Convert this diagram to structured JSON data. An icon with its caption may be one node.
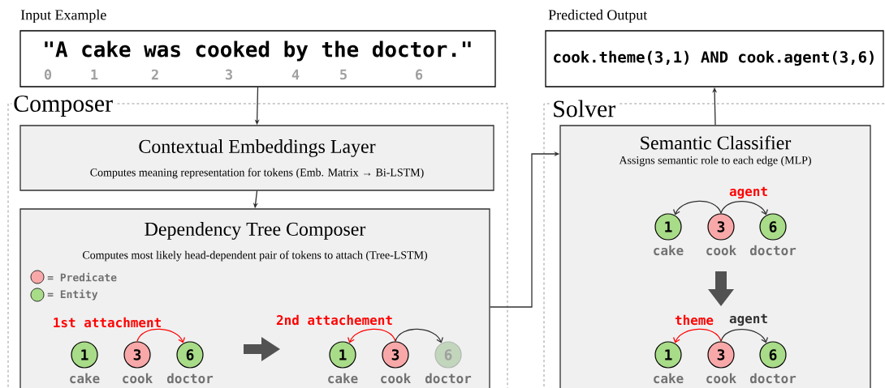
{
  "diagram": {
    "nodes": [
      {
        "text": [
          "Input Example",
          "\"A cake was cooked by the doctor.\"",
          "0",
          "1",
          "2",
          "3",
          "4",
          "5",
          "6"
        ]
      },
      {
        "text": [
          "Predicted Output",
          "cook.theme(3,1) AND cook.agent(3,6)"
        ]
      },
      {
        "text": [
          "Composer"
        ]
      },
      {
        "text": [
          "Contextual Embeddings Layer",
          "Computes meaning representation for tokens (Emb. Matrix → Bi-LSTM)"
        ],
        "in": 2
      },
      {
        "text": [
          "Dependency Tree Composer",
          "Computes most likely head-dependent pair of tokens to attach (Tree-LSTM)"
        ],
        "in": 2
      },
      {
        "text": [
          "Solver"
        ]
      },
      {
        "text": [
          "Semantic Classifier",
          "Assigns semantic role to each edge (MLP)"
        ],
        "in": 5
      },
      {
        "text": [
          "1"
        ],
        "beside": [
          "cake"
        ],
        "in": 4
      },
      {
        "text": [
          "3"
        ],
        "beside": [
          "cook"
        ],
        "in": 4
      },
      {
        "text": [
          "6"
        ],
        "beside": [
          "doctor"
        ],
        "in": 4
      },
      {
        "text": [
          "1"
        ],
        "beside": [
          "cake"
        ],
        "in": 4
      },
      {
        "text": [
          "3"
        ],
        "beside": [
          "cook"
        ],
        "in": 4
      },
      {
        "text": [
          "6"
        ],
        "beside": [
          "doctor"
        ],
        "in": 4
      },
      {
        "text": [
          "1"
        ],
        "beside": [
          "cake"
        ],
        "in": 6
      },
      {
        "text": [
          "3"
        ],
        "beside": [
          "cook"
        ],
        "in": 6
      },
      {
        "text": [
          "6"
        ],
        "beside": [
          "doctor"
        ],
        "in": 6
      },
      {
        "text": [
          "1"
        ],
        "beside": [
          "cake"
        ],
        "in": 6
      },
      {
        "text": [
          "3"
        ],
        "beside": [
          "cook"
        ],
        "in": 6
      },
      {
        "text": [
          "6"
        ],
        "beside": [
          "doctor"
        ],
        "in": 6
      }
    ],
    "edges": [
      {
        "from": 0,
        "to": 3,
        "arrow": "to"
      },
      {
        "from": 3,
        "to": 4,
        "arrow": "to"
      },
      {
        "from": 4,
        "to": 6,
        "arrow": "to"
      },
      {
        "from": 6,
        "to": 1,
        "arrow": "to"
      },
      {
        "from": 8,
        "to": 9,
        "arrow": "to",
        "label": "1st attachment",
        "color": "#ff0000"
      },
      {
        "from": 11,
        "to": 10,
        "arrow": "to",
        "label": "2nd attachement",
        "color": "#ff0000"
      },
      {
        "from": 11,
        "to": 12,
        "arrow": "to"
      },
      {
        "from": 14,
        "to": 13,
        "arrow": "to"
      },
      {
        "from": 14,
        "to": 15,
        "arrow": "to",
        "label": "agent"
      },
      {
        "from": 17,
        "to": 16,
        "arrow": "to",
        "label": "theme",
        "color": "#ff0000"
      },
      {
        "from": 17,
        "to": 18,
        "arrow": "to",
        "label": "agent"
      }
    ],
    "legend": [
      {
        "text": "= Predicate",
        "color": "#f8a8a8"
      },
      {
        "text": "= Entity",
        "color": "#a8dc88"
      }
    ]
  }
}
